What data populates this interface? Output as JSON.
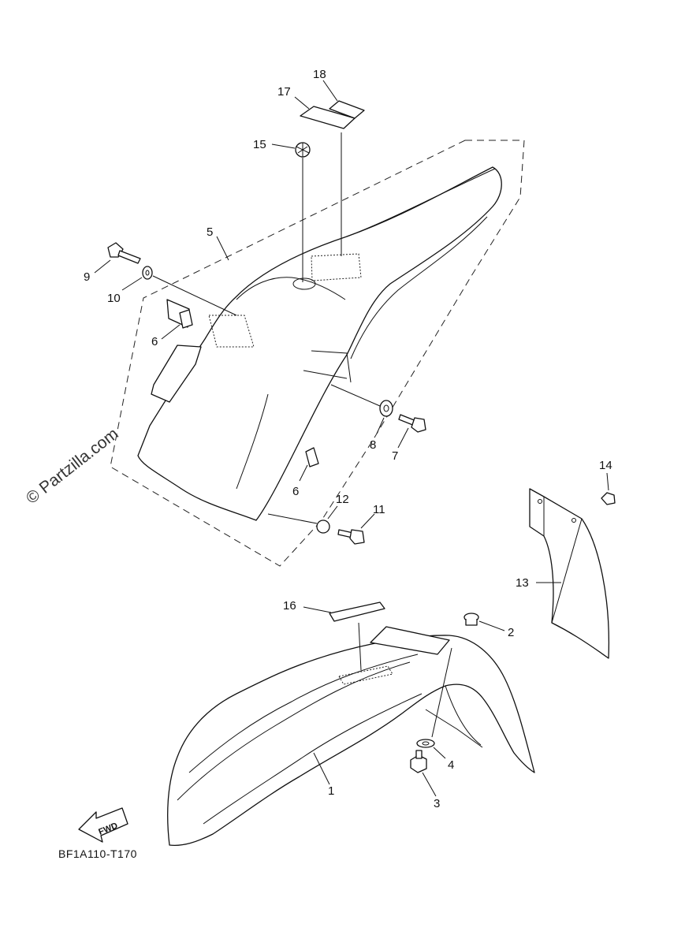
{
  "callouts": {
    "c1": "1",
    "c2": "2",
    "c3": "3",
    "c4": "4",
    "c5": "5",
    "c6a": "6",
    "c6b": "6",
    "c7": "7",
    "c8": "8",
    "c9": "9",
    "c10": "10",
    "c11": "11",
    "c12": "12",
    "c13": "13",
    "c14": "14",
    "c15": "15",
    "c16": "16",
    "c17": "17",
    "c18": "18"
  },
  "diagram_code": "BF1A110-T170",
  "watermark": "© Partzilla.com",
  "fwd_label": "FWD"
}
